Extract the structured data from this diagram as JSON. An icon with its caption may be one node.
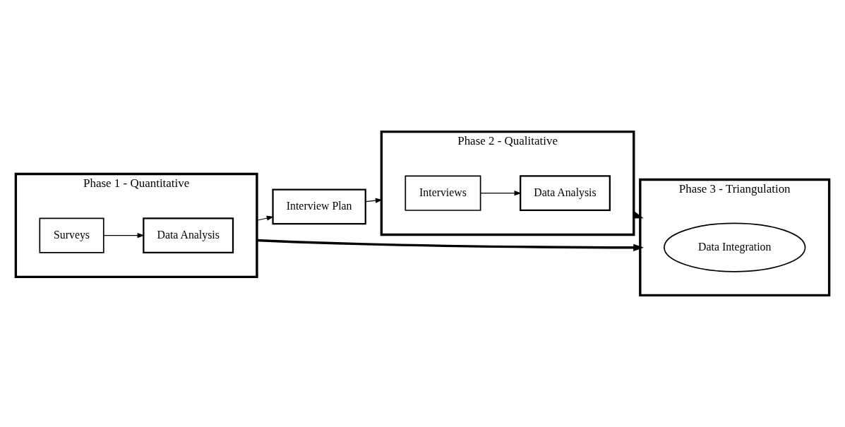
{
  "diagram": {
    "nodes": [
      {
        "text": [
          "Phase 1 - Quantitative"
        ]
      },
      {
        "text": [
          "Surveys"
        ],
        "in": 0
      },
      {
        "text": [
          "Data Analysis"
        ],
        "in": 0
      },
      {
        "text": [
          "Interview Plan"
        ]
      },
      {
        "text": [
          "Phase 2 - Qualitative"
        ]
      },
      {
        "text": [
          "Interviews"
        ],
        "in": 4
      },
      {
        "text": [
          "Data Analysis"
        ],
        "in": 4
      },
      {
        "text": [
          "Phase 3 - Triangulation"
        ]
      },
      {
        "text": [
          "Data Integration"
        ],
        "in": 7
      }
    ],
    "edges": [
      {
        "from": 1,
        "to": 2,
        "arrow": "to"
      },
      {
        "from": 0,
        "to": 3,
        "arrow": "to"
      },
      {
        "from": 3,
        "to": 4,
        "arrow": "to"
      },
      {
        "from": 5,
        "to": 6,
        "arrow": "to"
      },
      {
        "from": 0,
        "to": 7,
        "arrow": "to",
        "style": "thick"
      },
      {
        "from": 4,
        "to": 7,
        "arrow": "to",
        "style": "thick"
      }
    ]
  }
}
